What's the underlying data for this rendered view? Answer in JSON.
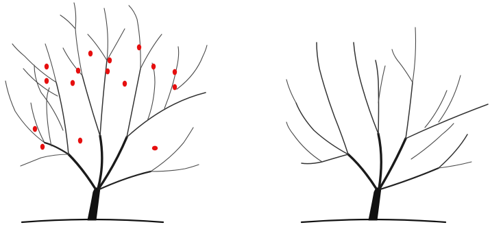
{
  "figure": {
    "panels": [
      {
        "state": "before pruning",
        "cut_marks": 15
      },
      {
        "state": "after pruning",
        "cut_marks": 0
      }
    ],
    "colors": {
      "branch": "#1a1a1a",
      "cut_mark": "#e60f0f",
      "background": "#ffffff"
    }
  }
}
